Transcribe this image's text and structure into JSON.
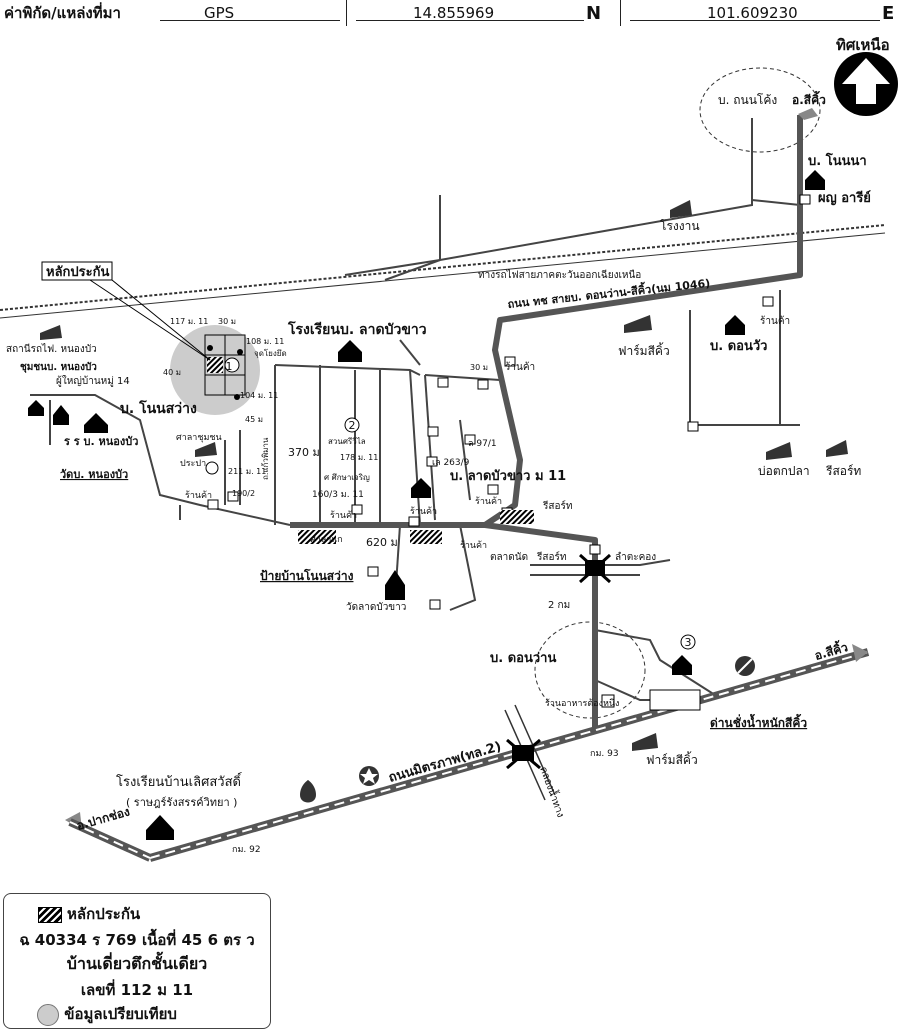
{
  "header": {
    "label": "ค่าพิกัด/แหล่งที่มา",
    "source": "GPS",
    "lat": "14.855969",
    "lat_dir": "N",
    "lon": "101.609230",
    "lon_dir": "E"
  },
  "north_label": "ทิศเหนือ",
  "map_labels": {
    "ban_thanon_khong": "บ. ถนนโค้ง",
    "to_sikhio_top": "อ.สีคิ้ว",
    "ban_non_na": "บ. โนนนา",
    "phuyai_aree": "ผญ อารีย์",
    "rong_ngan": "โรงงาน",
    "railway": "ทางรถไฟสายภาคตะวันออกเฉียงเหนือ",
    "highway_road": "ถนน ทช สายบ. ดอนว่าน-สีคิ้ว(นม 1046)",
    "lak_prakan_top": "หลักประกัน",
    "school_ladbuakhao": "โรงเรียนบ. ลาดบัวขาว",
    "farm_sikhio_1": "ฟาร์มสีคิ้ว",
    "ban_don_wua": "บ. ดอนวัว",
    "shop": "ร้านค้า",
    "station_nongbua": "สถานีรถไฟ. หนองบัว",
    "chumchon_nongbua": "ชุมชนบ. หนองบัว",
    "phuyai_m14": "ผู้ใหญ่บ้านหมู่ 14",
    "ban_non_sawang": "บ. โนนสว่าง",
    "rrb_nongbua": "ร ร บ. หนองบัว",
    "wat_nongbua": "วัดบ. หนองบัว",
    "sala_chumchon": "ศาลาชุมชน",
    "prapa": "ประปา",
    "d117": "117 ม. 11",
    "d30a": "30 ม",
    "d108": "108 ม. 11",
    "jutyoeng": "จุดโยงยึด",
    "d40": "40 ม",
    "d104": "104 ม. 11",
    "d45": "45 ม",
    "d370": "370 ม",
    "road_side": "ถ.แก้วพิมาน",
    "suankaewsiri": "สวนศรีวิไล",
    "d178": "178 ม. 11",
    "suksa": "ศ ศึกษาเจริญ",
    "d160": "160/3 ม. 11",
    "d211": "211 ม. 11",
    "d190": "190/2",
    "sala_ban": "ศาลาแก",
    "d620": "620 ม",
    "d30b": "30 ม",
    "d97": "ล 97/1",
    "d263": "เล 263/9",
    "ban_ladbuakhao": "บ. ลาดบัวขาว ม 11",
    "resort_a": "รีสอร์ท",
    "market": "ตลาดนัด",
    "resort_b": "รีสอร์ท",
    "lam_takong": "ลำตะคอง",
    "dist_2km": "2 กม",
    "ban_don_wan": "บ. ดอนว่าน",
    "restaurant": "ร้านอาหารต้องหนึ่ง",
    "weigh_station": "ด่านชั่งน้ำหนักสีคิ้ว",
    "farm_sikhio_2": "ฟาร์มสีคิ้ว",
    "to_sikhio_bottom": "อ.สีคิ้ว",
    "km93": "กม. 93",
    "mittraphap": "ถนนมิตรภาพ(ทล.2)",
    "khlong_nam": "คลองน้ำทาง",
    "school_lertsawat": "โรงเรียนบ้านเลิศสวัสดิ์",
    "school_lertsawat_sub": "( ราษฎร์รังสรรค์วิทยา )",
    "to_pakchong": "อ.ปากช่อง",
    "km92": "กม. 92",
    "sign_non_sawang": "ป้ายบ้านโนนสว่าง",
    "wat_ladbuakhao": "วัดลาดบัวขาว",
    "bo_tok_pla": "บ่อตกปลา",
    "resort_c": "รีสอร์ท",
    "num1": "1",
    "num2": "2",
    "num3": "3"
  },
  "legend": {
    "title": "หลักประกัน",
    "deed": "ฉ 40334  ร 769  เนื้อที่ 45 6 ตร ว",
    "house_type": "บ้านเดี่ยวตึกชั้นเดียว",
    "house_no": "เลขที่ 112 ม 11",
    "compare": "ข้อมูลเปรียบเทียบ"
  }
}
